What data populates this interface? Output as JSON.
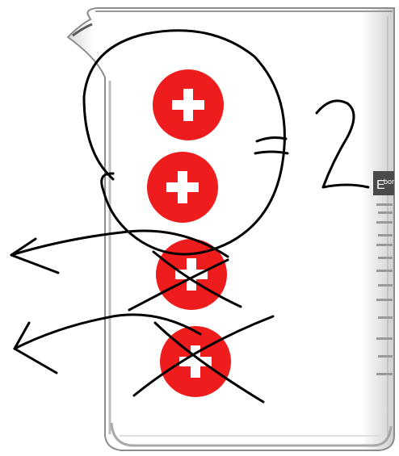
{
  "diagram": {
    "counts": {
      "total_ions": 4,
      "kept_ions": 2,
      "removed_ions": 2
    },
    "equation": {
      "equals": "=",
      "result": "2"
    },
    "ion": {
      "symbol": "+",
      "charge": "positive"
    },
    "beaker": {
      "side_label": "E",
      "side_label_continued": "bor"
    },
    "colors": {
      "ion_fill": "#ee1c1c",
      "ink": "#000000",
      "glass_edge": "#7a7a7a",
      "glass_tint": "#f2f2f2"
    },
    "icons": [
      "beaker-icon",
      "plus-icon",
      "arrow-left-icon",
      "cross-out-icon"
    ]
  }
}
